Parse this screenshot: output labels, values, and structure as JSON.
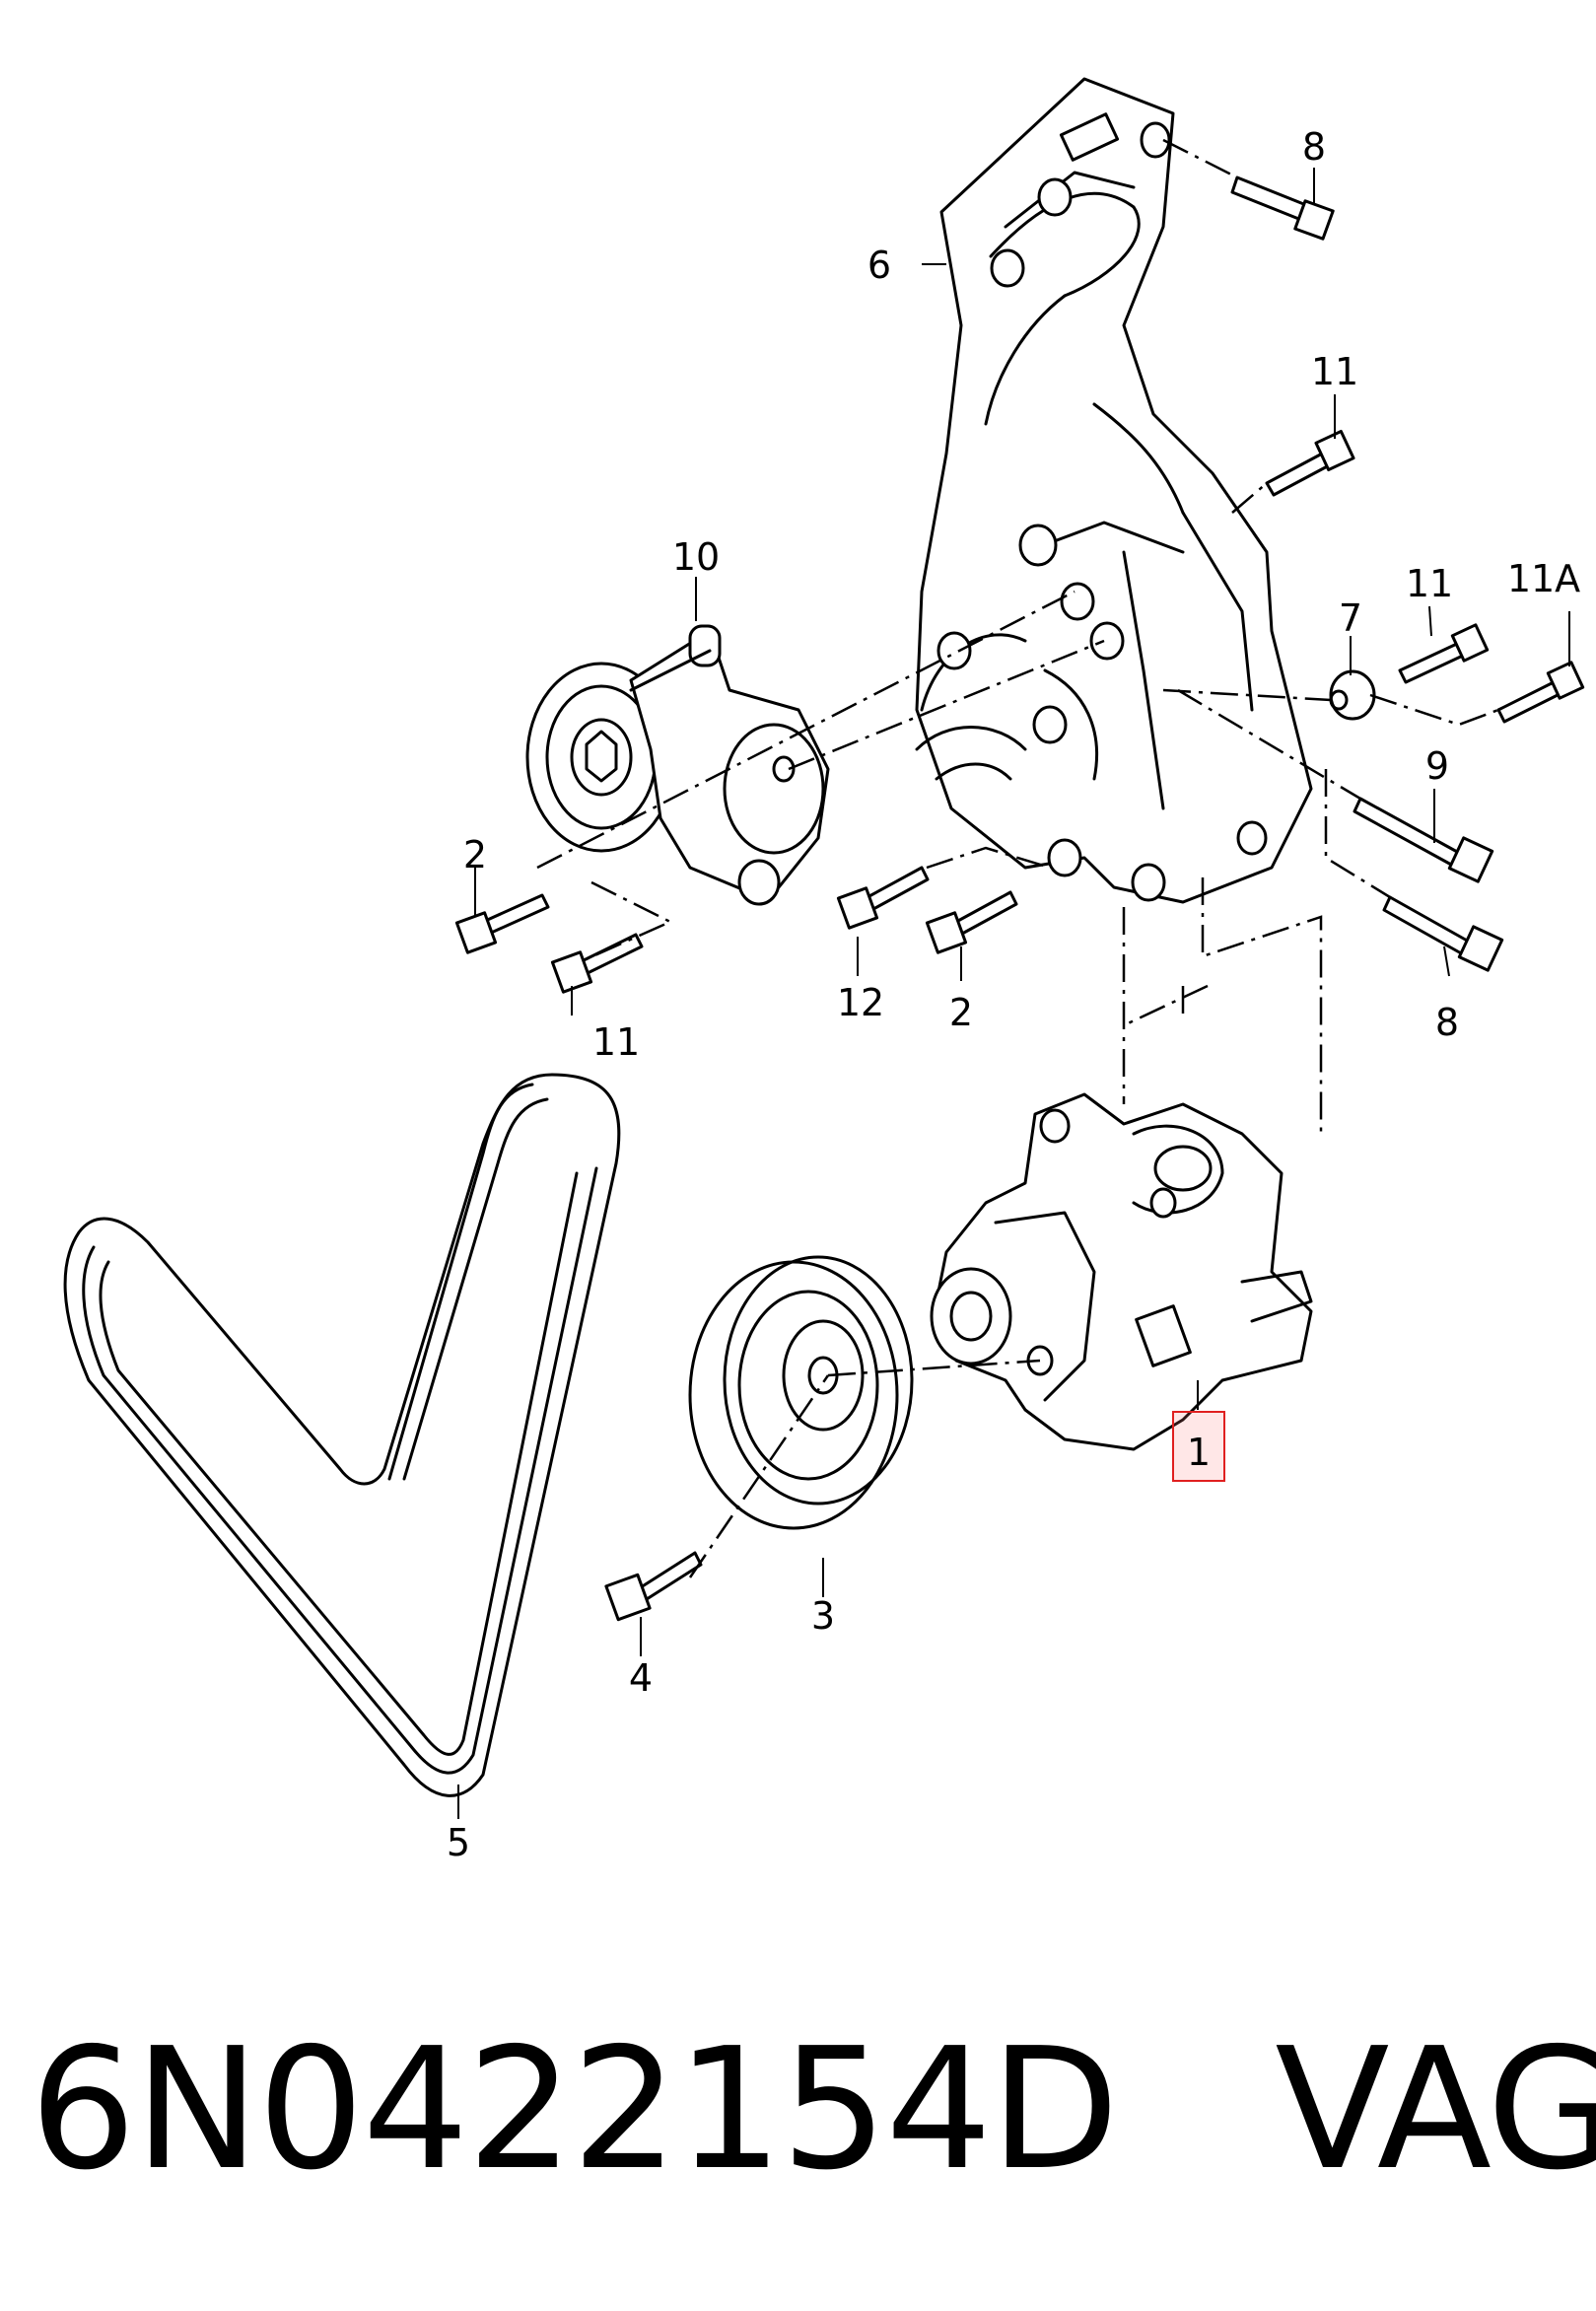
{
  "diagram": {
    "callouts": {
      "c1": "1",
      "c2a": "2",
      "c2b": "2",
      "c3": "3",
      "c4": "4",
      "c5": "5",
      "c6": "6",
      "c7": "7",
      "c8a": "8",
      "c8b": "8",
      "c9": "9",
      "c10": "10",
      "c11a": "11",
      "c11b": "11",
      "c11c": "11",
      "c11A": "11A",
      "c12": "12"
    },
    "highlighted_callout": "1",
    "highlight_color": "#e02020"
  },
  "caption": {
    "part_number": "6N0422154D",
    "brand": "VAG"
  }
}
